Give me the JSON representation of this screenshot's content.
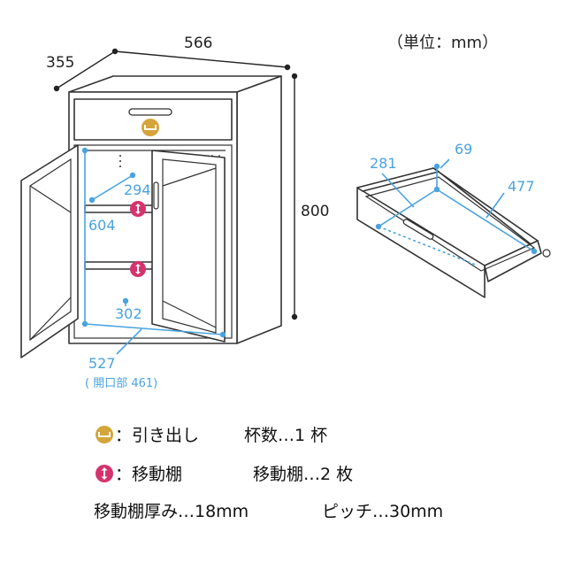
{
  "unit_label": "（単位：mm）",
  "dimensions": {
    "width": "566",
    "depth": "355",
    "height": "800",
    "inner_depth": "294",
    "inner_height": "604",
    "inner_shelf_width": "302",
    "opening_width": "527",
    "opening_note": "( 開口部 461)"
  },
  "drawer_dimensions": {
    "depth": "281",
    "height": "69",
    "width": "477"
  },
  "legend": {
    "drawer_icon_color": "#d4a53a",
    "shelf_icon_color": "#d6336c",
    "drawer_label": "：引き出し",
    "drawer_count": "杯数…1 杯",
    "shelf_label": "：移動棚",
    "shelf_count": "移動棚…2 枚",
    "shelf_thickness": "移動棚厚み…18mm",
    "pitch": "ピッチ…30mm"
  },
  "accent_blue": "#4aa3df"
}
